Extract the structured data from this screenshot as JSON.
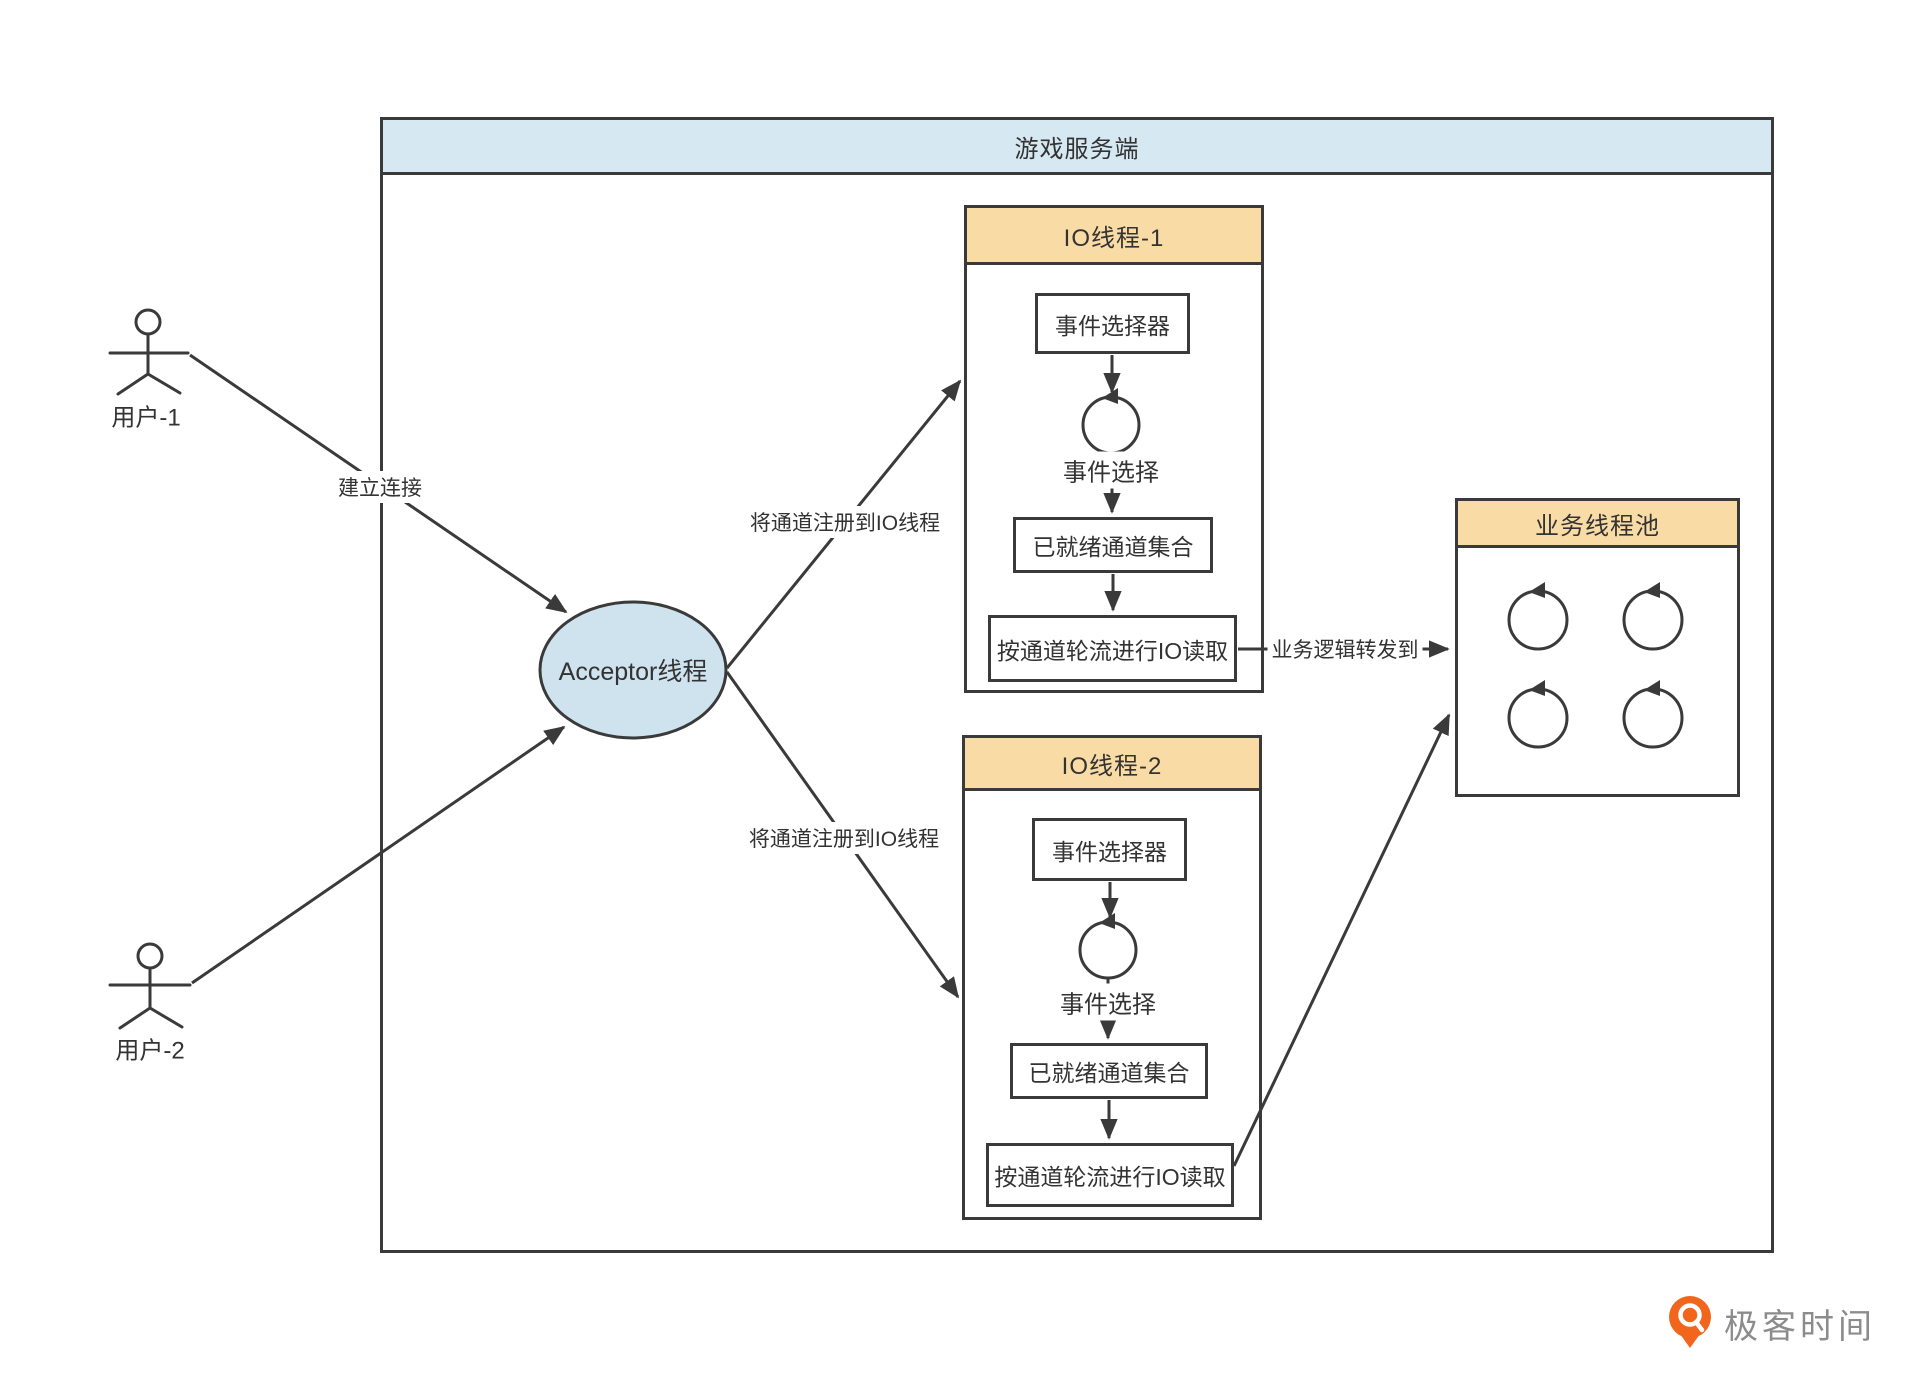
{
  "server_box": {
    "title": "游戏服务端"
  },
  "users": [
    {
      "label": "用户-1"
    },
    {
      "label": "用户-2"
    }
  ],
  "acceptor": {
    "label": "Acceptor线程"
  },
  "io_threads": [
    {
      "title": "IO线程-1",
      "selector": "事件选择器",
      "select_label": "事件选择",
      "ready": "已就绪通道集合",
      "read": "按通道轮流进行IO读取"
    },
    {
      "title": "IO线程-2",
      "selector": "事件选择器",
      "select_label": "事件选择",
      "ready": "已就绪通道集合",
      "read": "按通道轮流进行IO读取"
    }
  ],
  "pool": {
    "title": "业务线程池"
  },
  "edges": {
    "connect": "建立连接",
    "register_1": "将通道注册到IO线程",
    "register_2": "将通道注册到IO线程",
    "forward": "业务逻辑转发到"
  },
  "logo": {
    "text": "极客时间"
  },
  "colors": {
    "header_blue": "#d6e8f2",
    "header_orange": "#f9dba6",
    "acceptor_fill": "#cfe3ee",
    "line": "#3a3a3a",
    "logo_orange": "#f2651d",
    "logo_gray": "#8c8c8c"
  }
}
